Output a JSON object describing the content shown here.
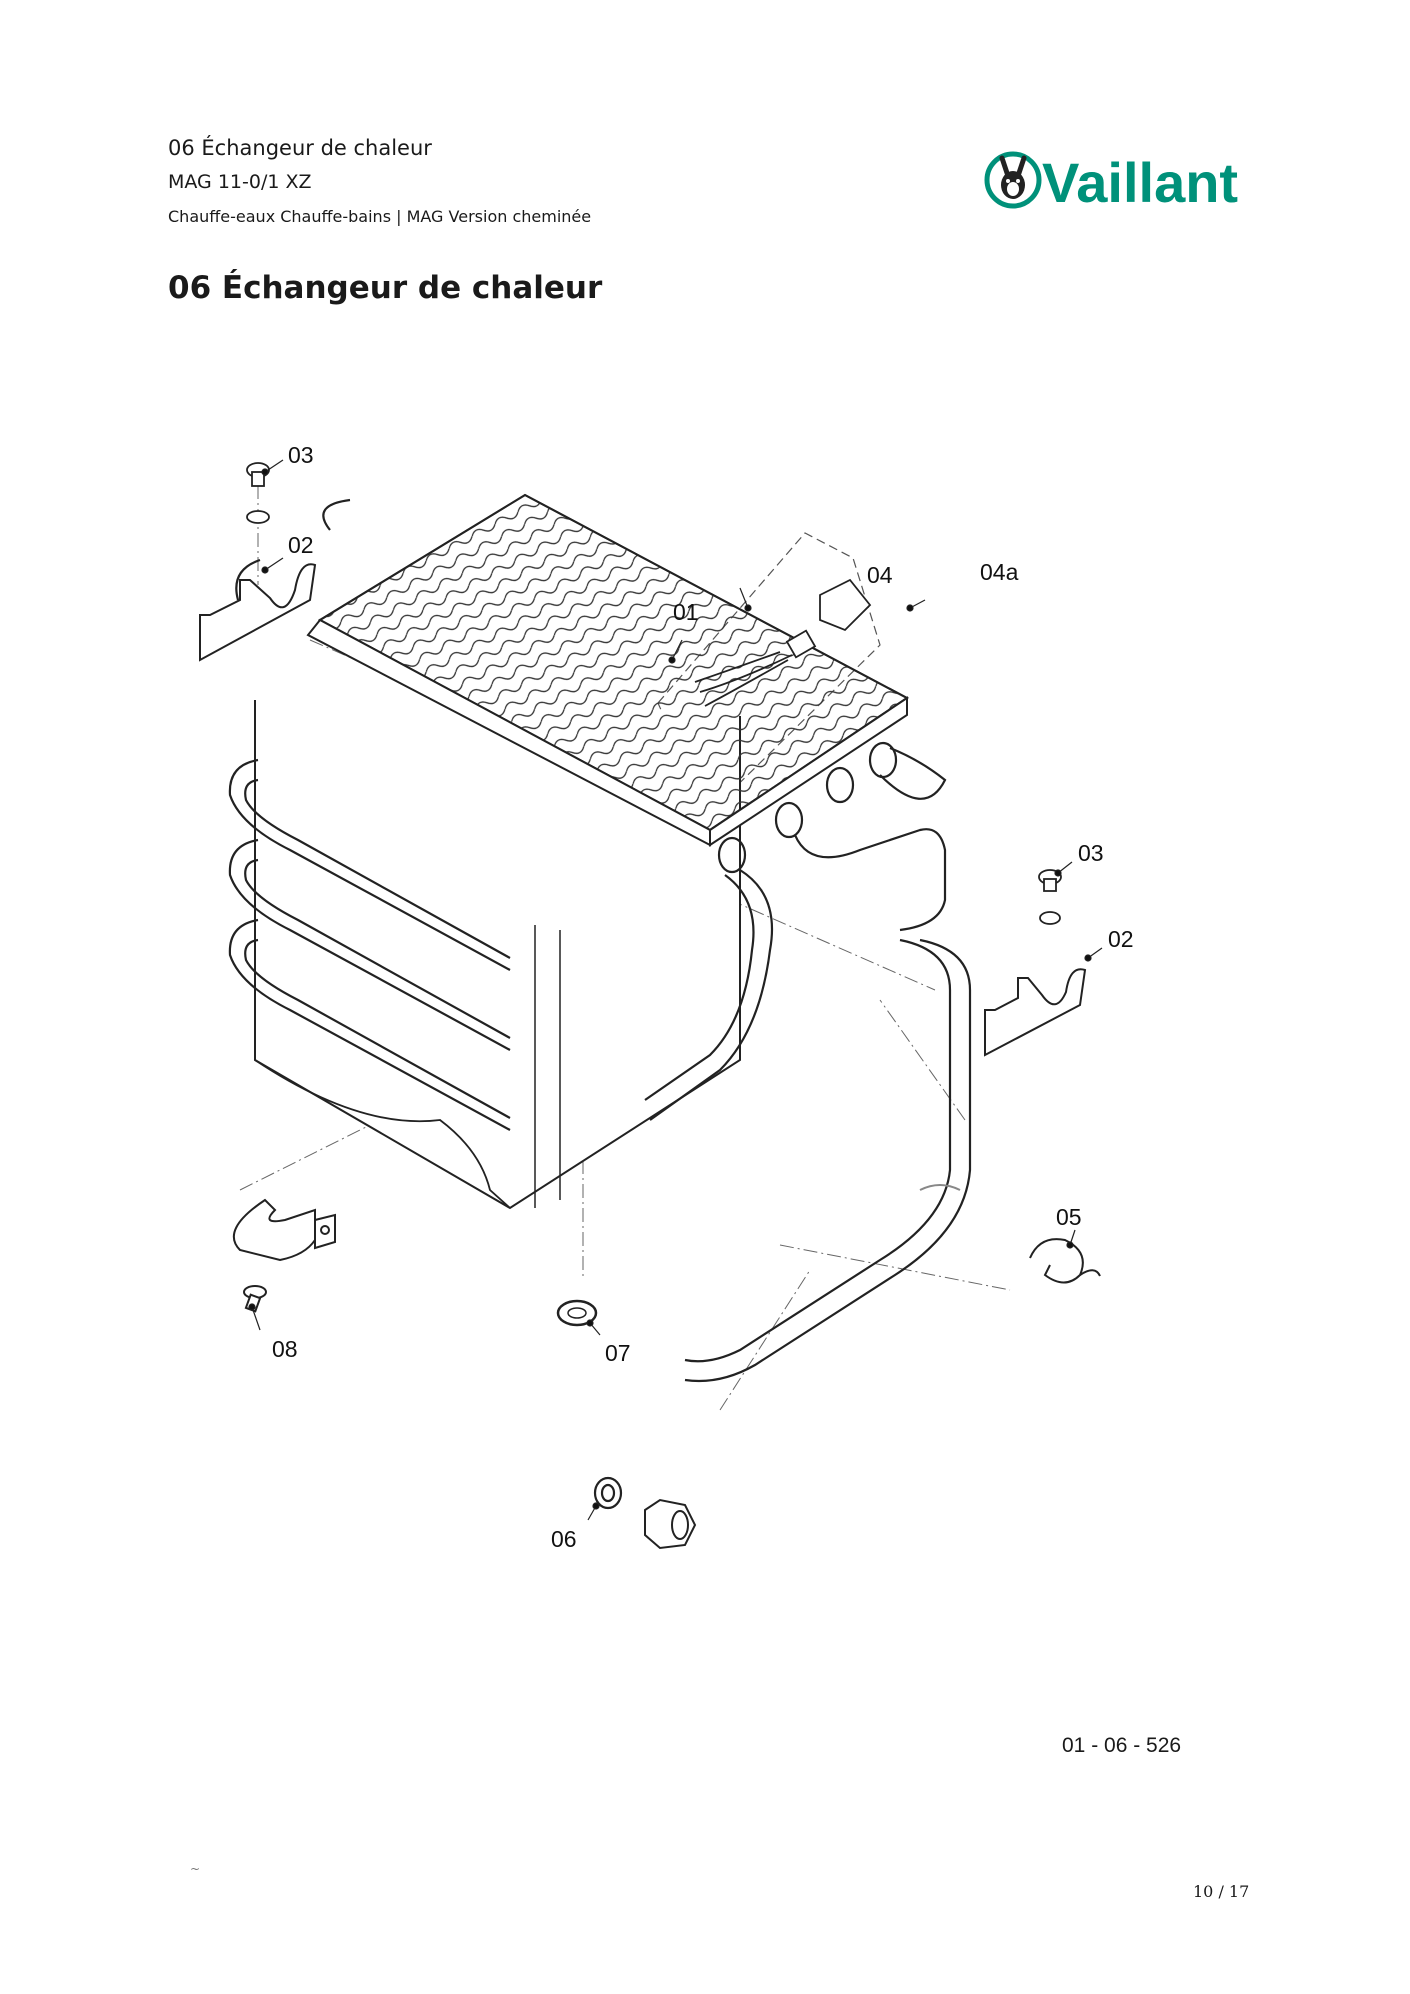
{
  "header": {
    "section": "06 Échangeur de chaleur",
    "model": "MAG 11-0/1 XZ",
    "category": "Chauffe-eaux Chauffe-bains | MAG Version cheminée"
  },
  "logo": {
    "text": "Vaillant",
    "color": "#00917a",
    "icon": "rabbit-emblem-icon"
  },
  "title": "06 Échangeur de chaleur",
  "diagram": {
    "labels": {
      "p01": "01",
      "p02_top": "02",
      "p02_right": "02",
      "p03_top": "03",
      "p03_right": "03",
      "p04": "04",
      "p04a": "04a",
      "p05": "05",
      "p06": "06",
      "p07": "07",
      "p08": "08"
    }
  },
  "drawing_number": "01 - 06 - 526",
  "page_number": "10 / 17",
  "stray_mark": "~"
}
